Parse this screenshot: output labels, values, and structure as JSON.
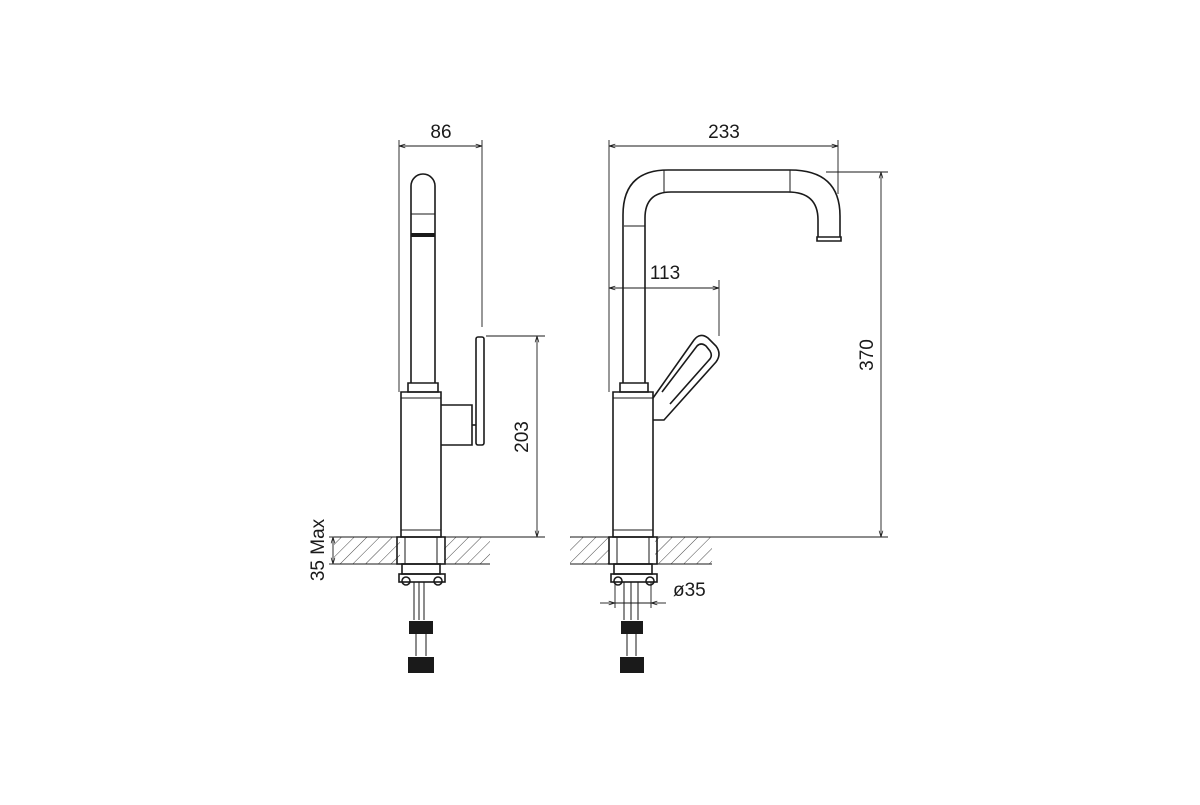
{
  "dimensions": {
    "side_width": "86",
    "front_width": "233",
    "spout_reach": "113",
    "total_height": "370",
    "body_height": "203",
    "deck_thickness": "35 Max",
    "hole_diameter": "ø35"
  },
  "colors": {
    "line": "#1a1a1a",
    "background": "#ffffff"
  }
}
